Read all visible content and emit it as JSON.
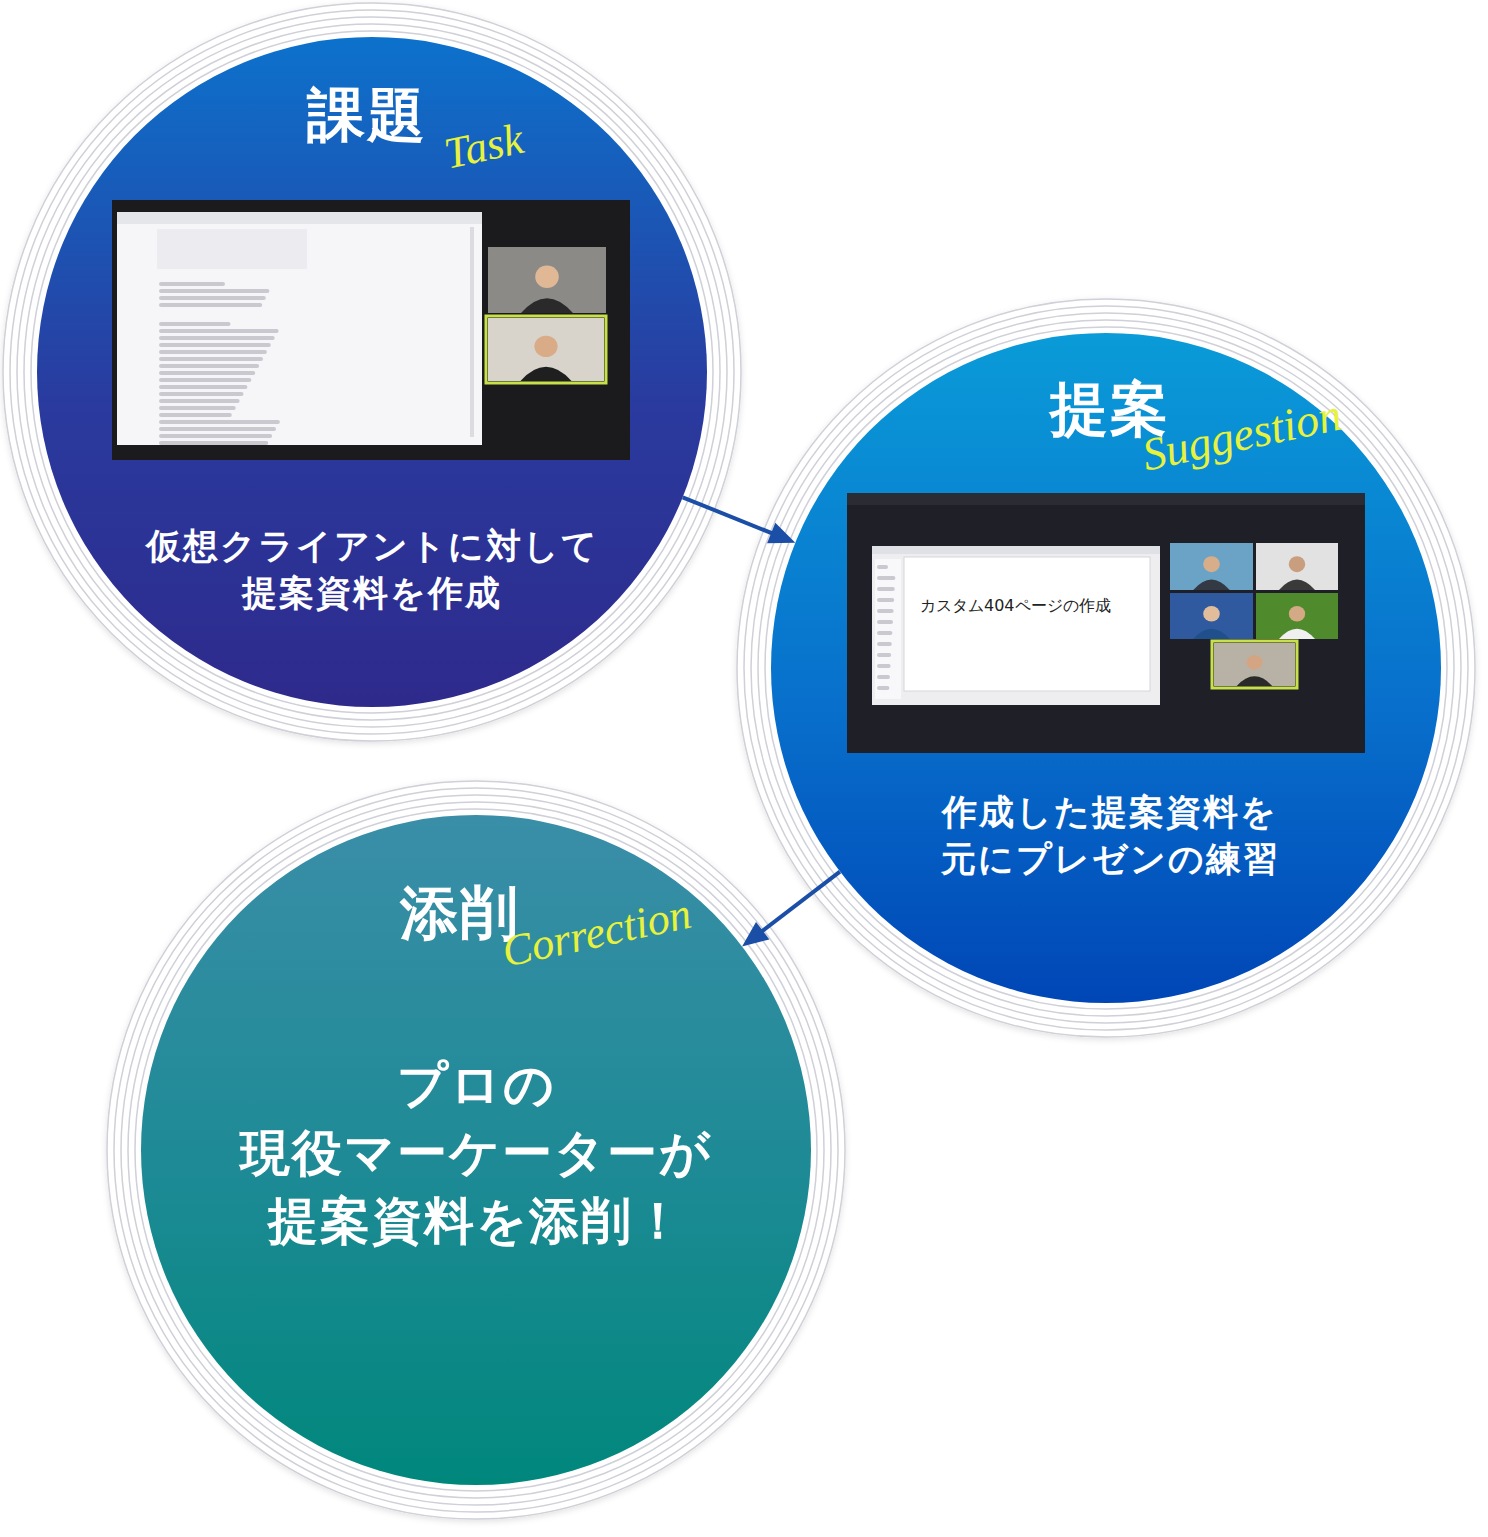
{
  "diagram": {
    "nodes": [
      {
        "text": [
          "課題",
          "Task",
          "仮想クライアントに対して 提案資料を作成"
        ]
      },
      {
        "text": [
          "提案",
          "Suggestion",
          "作成した提案資料を 元にプレゼンの練習"
        ]
      },
      {
        "text": [
          "添削",
          "Correction",
          "プロの 現役マーケーターが 提案資料を添削！"
        ]
      }
    ],
    "edges": [
      {
        "from": 0,
        "to": 1,
        "arrow": "to"
      },
      {
        "from": 1,
        "to": 2,
        "arrow": "to"
      }
    ],
    "labels": [
      "カスタム404ページの作成"
    ]
  }
}
